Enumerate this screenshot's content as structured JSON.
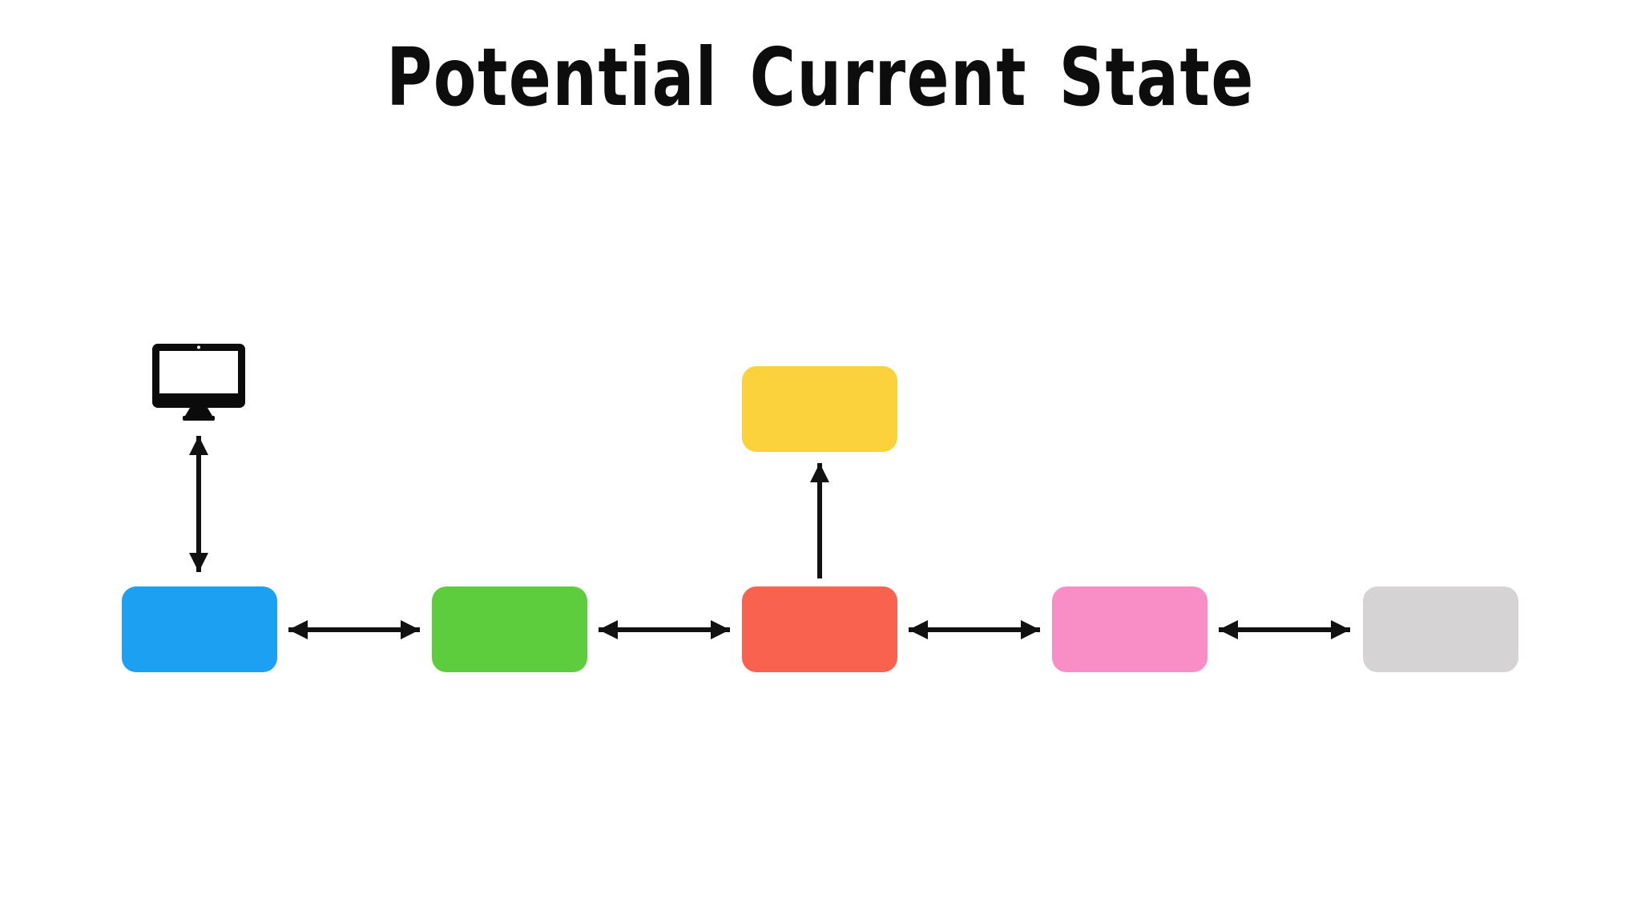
{
  "title": "Potential Current State",
  "colors": {
    "background": "#ffffff",
    "text": "#0d0d0d",
    "arrow": "#111111",
    "monitor": "#0b0b0b"
  },
  "diagram": {
    "nodes": [
      {
        "id": "blue",
        "color": "#1ba0f2"
      },
      {
        "id": "green",
        "color": "#5ecd3d"
      },
      {
        "id": "red",
        "color": "#f9624f"
      },
      {
        "id": "pink",
        "color": "#f98ec6"
      },
      {
        "id": "gray",
        "color": "#d6d3d5"
      },
      {
        "id": "yellow",
        "color": "#fbd23b"
      }
    ],
    "icons": [
      {
        "id": "monitor",
        "name": "monitor-icon"
      }
    ],
    "connections": [
      {
        "from": "monitor",
        "to": "blue",
        "style": "double-headed",
        "orientation": "vertical"
      },
      {
        "from": "blue",
        "to": "green",
        "style": "double-headed",
        "orientation": "horizontal"
      },
      {
        "from": "green",
        "to": "red",
        "style": "double-headed",
        "orientation": "horizontal"
      },
      {
        "from": "red",
        "to": "yellow",
        "style": "single-headed",
        "orientation": "vertical-up"
      },
      {
        "from": "red",
        "to": "pink",
        "style": "double-headed",
        "orientation": "horizontal"
      },
      {
        "from": "pink",
        "to": "gray",
        "style": "double-headed",
        "orientation": "horizontal"
      }
    ]
  }
}
